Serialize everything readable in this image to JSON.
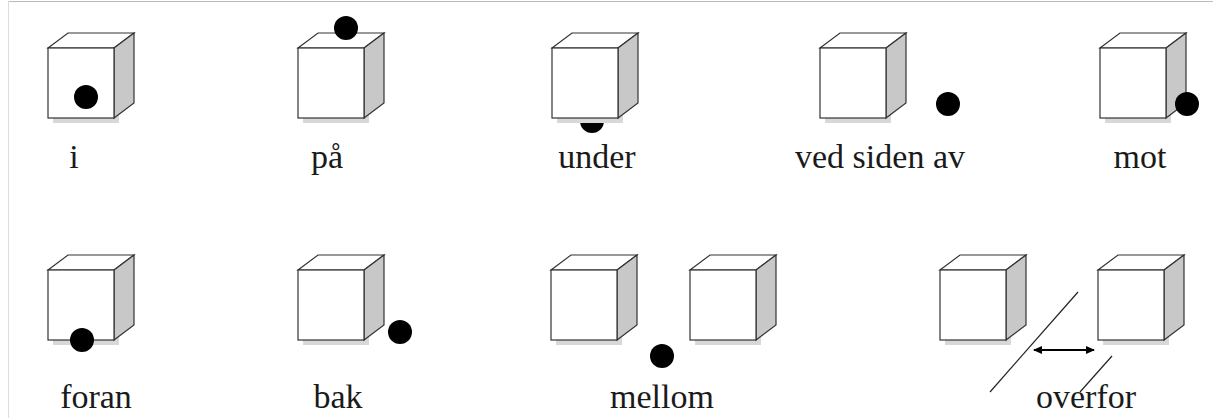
{
  "diagram": {
    "labels": [
      "i",
      "på",
      "under",
      "ved siden av",
      "mot",
      "foran",
      "bak",
      "mellom",
      "overfor"
    ]
  }
}
